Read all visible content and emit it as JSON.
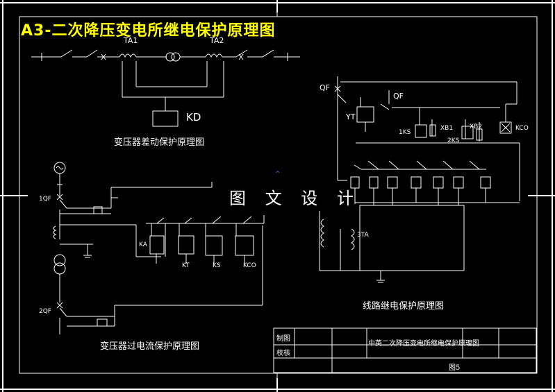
{
  "title": "A3-二次降压变电所继电保护原理图",
  "watermark": "图 文 设 计",
  "marker": "^",
  "diagrams": {
    "differential": {
      "caption": "变压器差动保护原理图",
      "ta1": "TA1",
      "ta2": "TA2",
      "kd": "KD"
    },
    "overcurrent": {
      "caption": "变压器过电流保护原理图",
      "qf1": "1QF",
      "qf2": "2QF",
      "ka": "KA",
      "kt": "KT",
      "ks": "KS",
      "kco": "KCO"
    },
    "line": {
      "caption": "线路继电保护原理图",
      "qf_top": "QF",
      "qf_right": "QF",
      "yt": "YT",
      "ks1": "1KS",
      "ks2": "2KS",
      "xb1": "XB1",
      "xb2": "XB2",
      "kco": "KCO",
      "ta3": "3TA"
    }
  },
  "title_block": {
    "row1_label": "制图",
    "row2_label": "校核",
    "drawing_title": "中英二次降压变电所继电保护原理图",
    "sheet": "图5"
  }
}
